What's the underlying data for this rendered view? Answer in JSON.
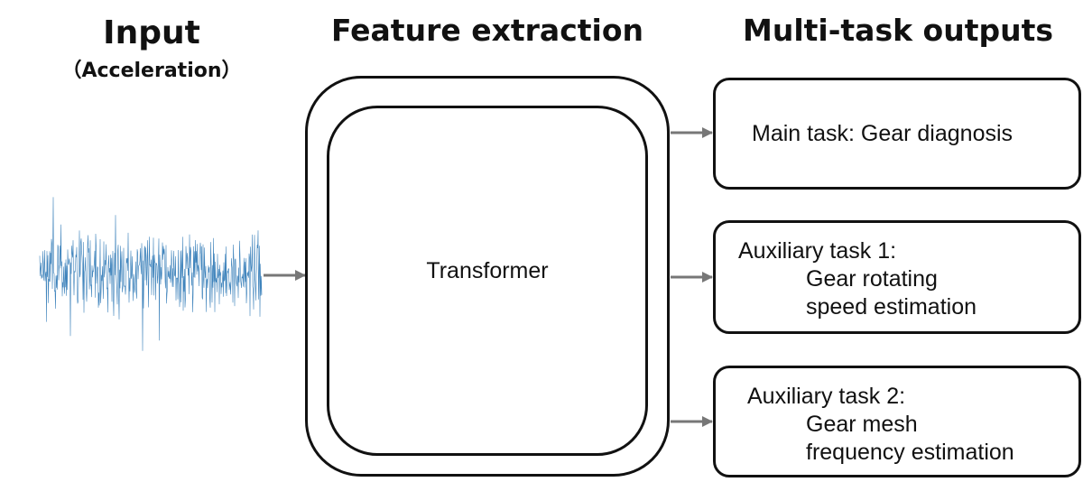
{
  "columns": {
    "input": {
      "title": "Input",
      "subtitle": "（Acceleration）"
    },
    "feature": {
      "title": "Feature extraction"
    },
    "outputs": {
      "title": "Multi-task outputs"
    }
  },
  "model": {
    "label": "Transformer"
  },
  "tasks": [
    {
      "title": "Main task: Gear diagnosis",
      "lines": []
    },
    {
      "title": "Auxiliary task 1:",
      "lines": [
        "Gear rotating",
        "speed estimation"
      ]
    },
    {
      "title": "Auxiliary task 2:",
      "lines": [
        "Gear mesh",
        "frequency estimation"
      ]
    }
  ],
  "colors": {
    "waveform": "#1f6fb0",
    "arrow": "#777777",
    "stroke": "#111111"
  }
}
